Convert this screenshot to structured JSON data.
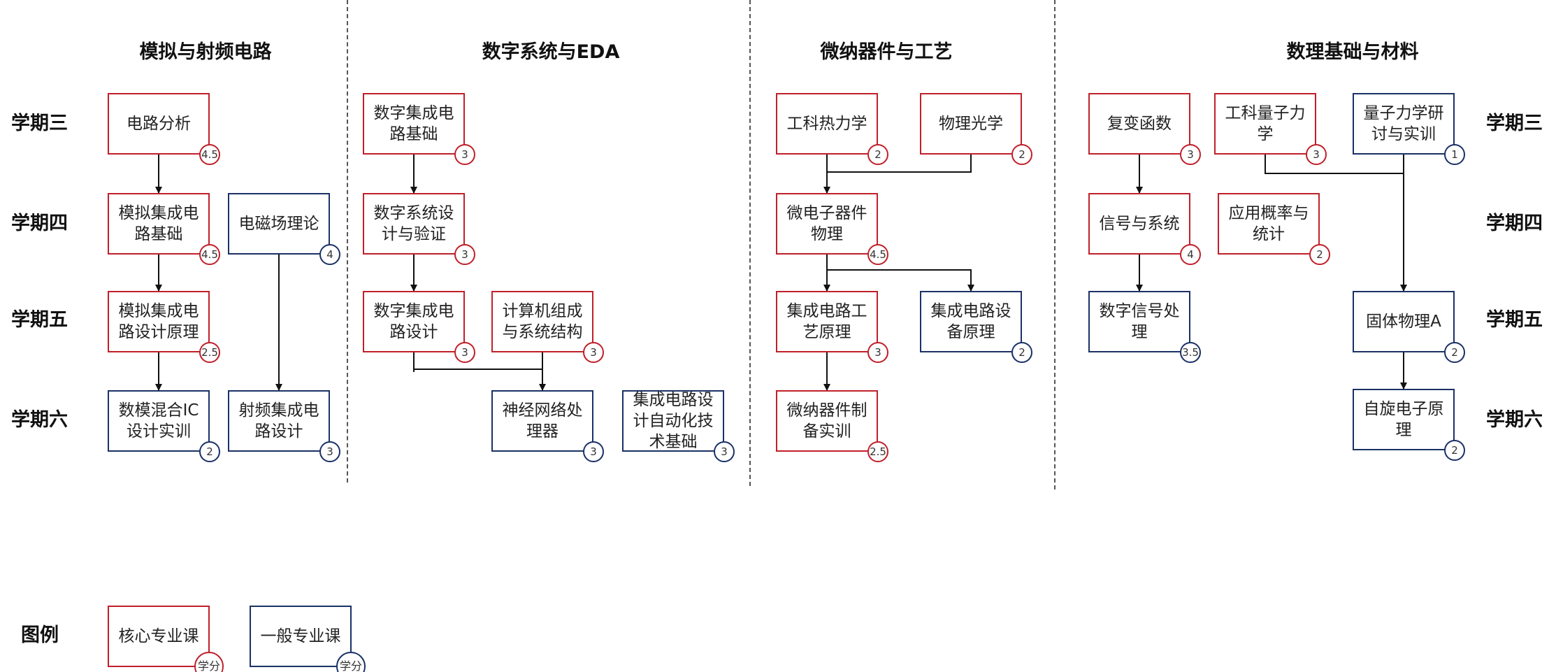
{
  "columns": {
    "analog_rf": "模拟与射频电路",
    "digital_eda": "数字系统与EDA",
    "micro_nano": "微纳器件与工艺",
    "math_phys": "数理基础与材料"
  },
  "semesters": {
    "s3": "学期三",
    "s4": "学期四",
    "s5": "学期五",
    "s6": "学期六"
  },
  "courses": {
    "circuit_analysis": {
      "name": "电路分析",
      "credit": "4.5",
      "type": "core"
    },
    "analog_ic_basics": {
      "name": "模拟集成电路基础",
      "credit": "4.5",
      "type": "core"
    },
    "em_field_theory": {
      "name": "电磁场理论",
      "credit": "4",
      "type": "general"
    },
    "analog_ic_design_principles": {
      "name": "模拟集成电路设计原理",
      "credit": "2.5",
      "type": "core"
    },
    "mixed_signal_ic_practice": {
      "name": "数模混合IC设计实训",
      "credit": "2",
      "type": "general"
    },
    "rf_ic_design": {
      "name": "射频集成电路设计",
      "credit": "3",
      "type": "general"
    },
    "digital_ic_basics": {
      "name": "数字集成电路基础",
      "credit": "3",
      "type": "core"
    },
    "digital_system_design_verification": {
      "name": "数字系统设计与验证",
      "credit": "3",
      "type": "core"
    },
    "digital_ic_design": {
      "name": "数字集成电路设计",
      "credit": "3",
      "type": "core"
    },
    "computer_organization": {
      "name": "计算机组成与系统结构",
      "credit": "3",
      "type": "core"
    },
    "neural_network_processor": {
      "name": "神经网络处理器",
      "credit": "3",
      "type": "general"
    },
    "eda_basics": {
      "name": "集成电路设计自动化技术基础",
      "credit": "3",
      "type": "general"
    },
    "engineering_thermodynamics": {
      "name": "工科热力学",
      "credit": "2",
      "type": "core"
    },
    "physical_optics": {
      "name": "物理光学",
      "credit": "2",
      "type": "core"
    },
    "microelectronic_device_physics": {
      "name": "微电子器件物理",
      "credit": "4.5",
      "type": "core"
    },
    "ic_process_principles": {
      "name": "集成电路工艺原理",
      "credit": "3",
      "type": "core"
    },
    "ic_equipment_principles": {
      "name": "集成电路设备原理",
      "credit": "2",
      "type": "general"
    },
    "micro_nano_fabrication_practice": {
      "name": "微纳器件制备实训",
      "credit": "2.5",
      "type": "core"
    },
    "complex_functions": {
      "name": "复变函数",
      "credit": "3",
      "type": "core"
    },
    "engineering_quantum_mechanics": {
      "name": "工科量子力学",
      "credit": "3",
      "type": "core"
    },
    "quantum_mechanics_seminar": {
      "name": "量子力学研讨与实训",
      "credit": "1",
      "type": "general"
    },
    "signals_and_systems": {
      "name": "信号与系统",
      "credit": "4",
      "type": "core"
    },
    "applied_probability_statistics": {
      "name": "应用概率与统计",
      "credit": "2",
      "type": "core"
    },
    "digital_signal_processing": {
      "name": "数字信号处理",
      "credit": "3.5",
      "type": "general"
    },
    "solid_state_physics_a": {
      "name": "固体物理A",
      "credit": "2",
      "type": "general"
    },
    "spintronics_principles": {
      "name": "自旋电子原理",
      "credit": "2",
      "type": "general"
    }
  },
  "legend": {
    "title": "图例",
    "core_label": "核心专业课",
    "general_label": "一般专业课",
    "credit_label": "学分"
  },
  "colors": {
    "core_border": "#c0202a",
    "general_border": "#1b3166",
    "arrow": "#111111",
    "divider": "#555555"
  }
}
